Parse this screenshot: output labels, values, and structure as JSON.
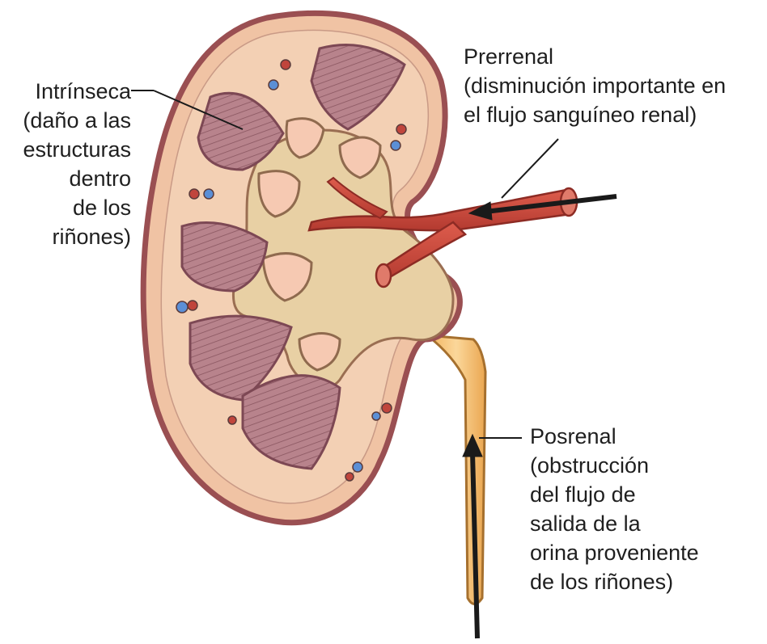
{
  "labels": {
    "intrinsic": {
      "lines": [
        "Intrínseca",
        "(daño a las",
        "estructuras",
        "dentro",
        "de los",
        "riñones)"
      ]
    },
    "prerenal": {
      "lines": [
        "Prerrenal",
        "(disminución importante en",
        "el flujo sanguíneo renal)"
      ]
    },
    "postrenal": {
      "lines": [
        "Posrenal",
        "(obstrucción",
        "del flujo de",
        "salida de la",
        "orina proveniente",
        "de los riñones)"
      ]
    }
  },
  "colors": {
    "capsule": "#9a4f52",
    "cortex": "#f2c9a8",
    "pelvis": "#e6cfa2",
    "pyramid": "#b07c86",
    "artery": "#c9463a",
    "ureter": "#f5bf6f",
    "vein_blue": "#5b8fd6",
    "arrow": "#1a1a1a"
  }
}
